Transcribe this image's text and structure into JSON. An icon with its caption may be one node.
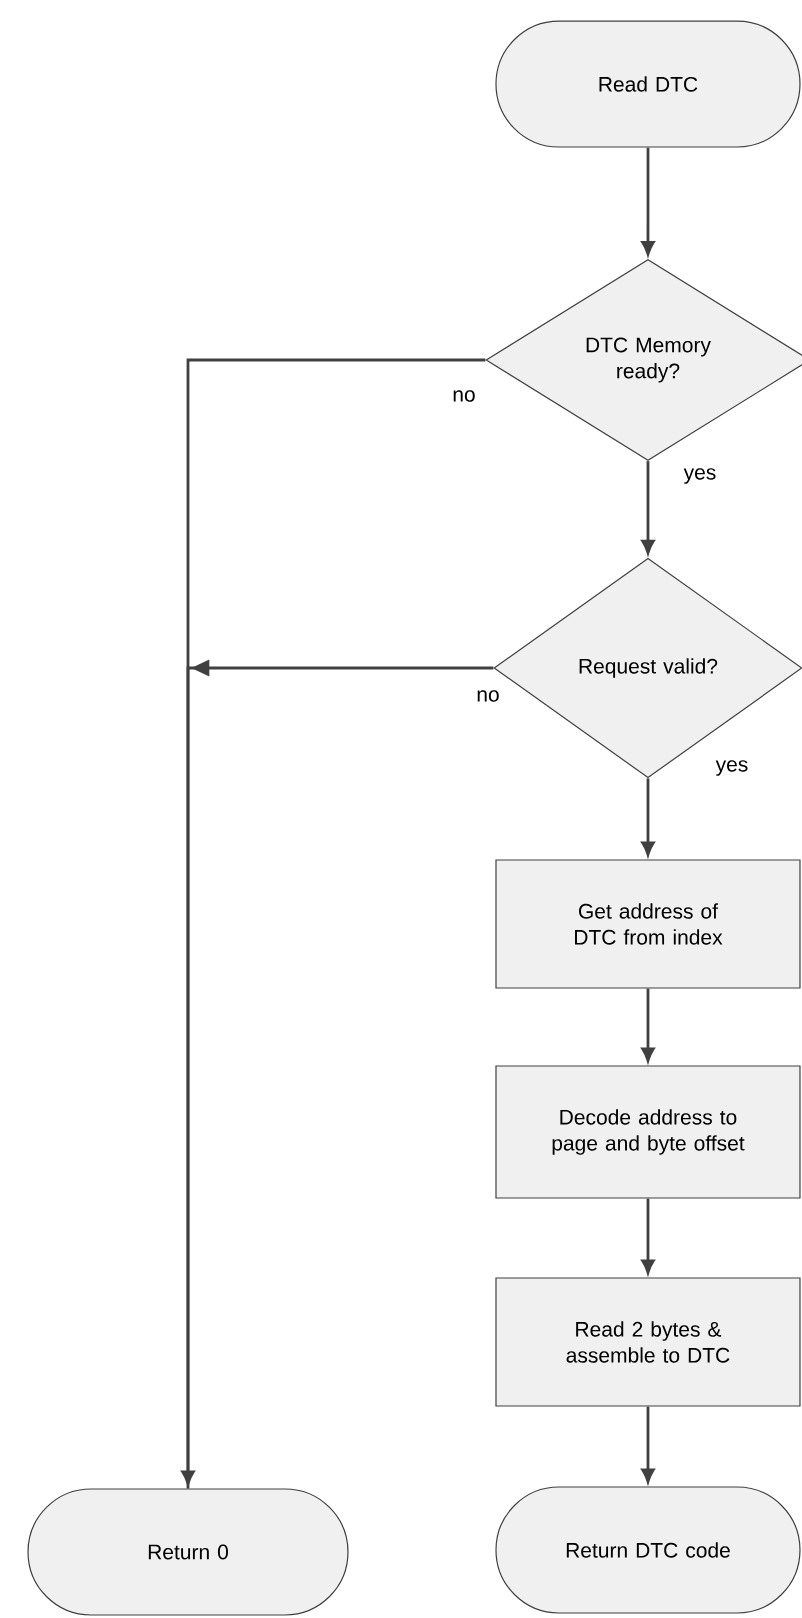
{
  "diagram": {
    "nodes": [
      {
        "text": [
          "Read DTC"
        ]
      },
      {
        "text": [
          "DTC Memory ready?"
        ]
      },
      {
        "text": [
          "Request valid?"
        ]
      },
      {
        "text": [
          "Get address of DTC from index"
        ]
      },
      {
        "text": [
          "Decode address to page and byte offset"
        ]
      },
      {
        "text": [
          "Read 2 bytes & assemble to DTC"
        ]
      },
      {
        "text": [
          "Return DTC code"
        ]
      },
      {
        "text": [
          "Return 0"
        ]
      }
    ],
    "edges": [
      {
        "from": 0,
        "to": 1,
        "arrow": "to"
      },
      {
        "from": 1,
        "to": 2,
        "arrow": "to",
        "label": "yes"
      },
      {
        "from": 1,
        "to": 7,
        "arrow": "to",
        "label": "no"
      },
      {
        "from": 2,
        "to": 3,
        "arrow": "to",
        "label": "yes"
      },
      {
        "from": 2,
        "to": 7,
        "arrow": "to",
        "label": "no"
      },
      {
        "from": 3,
        "to": 4,
        "arrow": "to"
      },
      {
        "from": 4,
        "to": 5,
        "arrow": "to"
      },
      {
        "from": 5,
        "to": 6,
        "arrow": "to"
      }
    ]
  }
}
